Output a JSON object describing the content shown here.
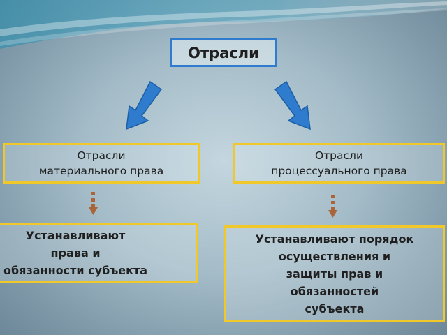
{
  "diagram": {
    "root": {
      "label": "Отрасли"
    },
    "branches": [
      {
        "title": "Отрасли\nматериального права",
        "description": "Устанавливают\nправа и\nобязанности субъекта"
      },
      {
        "title": "Отрасли\nпроцессуального права",
        "description": "Устанавливают порядок\nосуществления и\nзащиты прав и\nобязанностей\nсубъекта"
      }
    ],
    "colors": {
      "root_border": "#2f7ccf",
      "branch_border": "#f1c82a",
      "main_arrow": "#2f7ccf",
      "dashed_arrow": "#a9643a"
    }
  }
}
